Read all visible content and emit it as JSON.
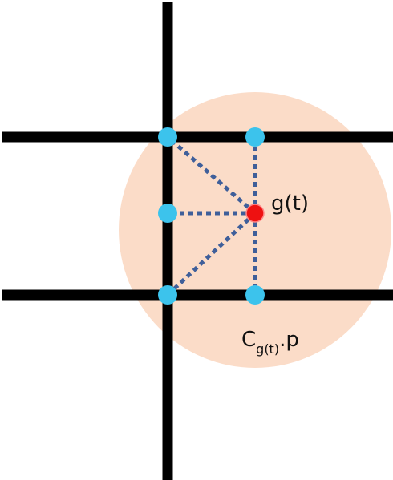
{
  "colors": {
    "disc_fill": "#fbdcc8",
    "line": "#000000",
    "grid_node": "#3cc3ec",
    "center_node": "#ee1111",
    "center_node_stroke": "#ff8888",
    "dashed_edge": "#3f5f9a"
  },
  "labels": {
    "center_point": "g(t)",
    "region_base": "C",
    "region_subscript": "g(t)",
    "region_suffix": ".p"
  }
}
